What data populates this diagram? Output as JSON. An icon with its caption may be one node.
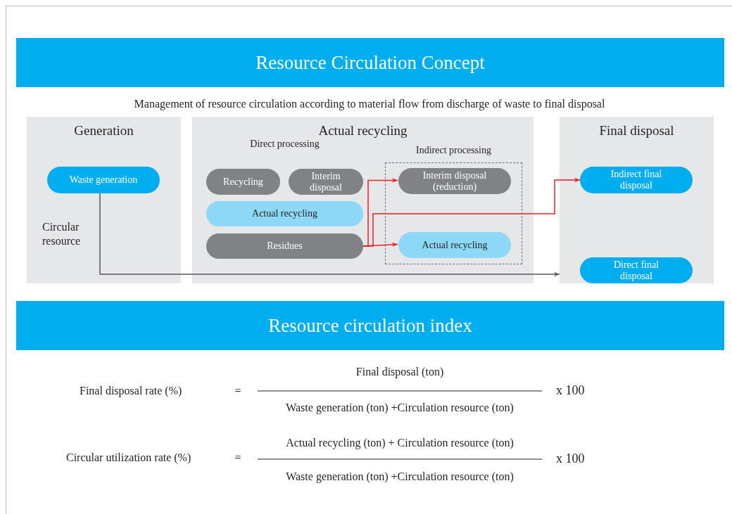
{
  "diagram": {
    "title": "Resource Circulation Concept",
    "nodes": [
      {
        "text": [
          "Generation"
        ]
      },
      {
        "text": [
          "Waste generation"
        ],
        "in": 0
      },
      {
        "text": [
          "Actual recycling",
          "Direct processing"
        ]
      },
      {
        "text": [
          "Recycling"
        ],
        "in": 2
      },
      {
        "text": [
          "Interim disposal"
        ],
        "in": 2
      },
      {
        "text": [
          "Actual recycling"
        ],
        "in": 2
      },
      {
        "text": [
          "Residues"
        ],
        "in": 2
      },
      {
        "text": [
          "Indirect processing"
        ],
        "in": 2
      },
      {
        "text": [
          "Interim disposal (reduction)"
        ],
        "in": 7
      },
      {
        "text": [
          "Actual recycling"
        ],
        "in": 7
      },
      {
        "text": [
          "Final disposal"
        ]
      },
      {
        "text": [
          "Indirect final disposal"
        ],
        "in": 10
      },
      {
        "text": [
          "Direct final disposal"
        ],
        "in": 10
      }
    ],
    "edges": [
      {
        "from": 1,
        "to": 10,
        "arrow": "to",
        "label": "Circular resource",
        "color": "#595757"
      },
      {
        "from": 6,
        "to": 8,
        "arrow": "to"
      },
      {
        "from": 6,
        "to": 9,
        "arrow": "to"
      },
      {
        "from": 6,
        "to": 11,
        "arrow": "to"
      }
    ],
    "labels": [
      "Management of resource circulation according to material flow from discharge of waste to final disposal",
      "Resource circulation index",
      "Final disposal rate (%)",
      "=",
      "Final disposal (ton)",
      "Waste generation (ton) +Circulation resource (ton)",
      "x 100",
      "Circular utilization rate (%)",
      "=",
      "Actual recycling (ton) + Circulation resource (ton)",
      "Waste generation (ton) +Circulation resource (ton)",
      "x 100"
    ]
  }
}
